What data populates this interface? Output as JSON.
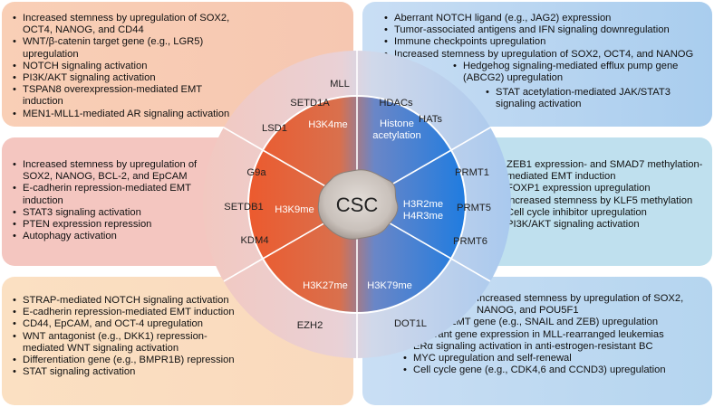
{
  "panels": {
    "top_left": [
      "Increased stemness by upregulation of SOX2, OCT4, NANOG, and CD44",
      "WNT/β-catenin target gene (e.g., LGR5) upregulation",
      "NOTCH signaling activation",
      "PI3K/AKT signaling activation",
      "TSPAN8 overexpression-mediated EMT induction",
      "MEN1-MLL1-mediated AR signaling activation"
    ],
    "middle_left": [
      "Increased stemness by upregulation of SOX2, NANOG, BCL-2, and EpCAM",
      "E-cadherin repression-mediated EMT induction",
      "STAT3 signaling activation",
      "PTEN expression repression",
      "Autophagy activation"
    ],
    "bottom_left": [
      "STRAP-mediated NOTCH signaling activation",
      "E-cadherin repression-mediated EMT induction",
      "CD44, EpCAM, and OCT-4 upregulation",
      "WNT antagonist (e.g., DKK1) repression-mediated WNT signaling activation",
      "Differentiation gene (e.g., BMPR1B) repression",
      "STAT signaling activation"
    ],
    "top_right": [
      "Aberrant NOTCH ligand (e.g., JAG2) expression",
      "Tumor-associated antigens and IFN signaling downregulation",
      "Immune checkpoints upregulation",
      "Increased stemness by upregulation of SOX2, OCT4, and NANOG",
      "Hedgehog signaling-mediated efflux pump gene (ABCG2) upregulation",
      "STAT acetylation-mediated JAK/STAT3 signaling activation"
    ],
    "middle_right": [
      "ZEB1 expression- and SMAD7 methylation-mediated EMT induction",
      "FOXP1 expression upregulation",
      "Increased stemness by KLF5 methylation",
      "Cell cycle inhibitor upregulation",
      "PI3K/AKT signaling activation"
    ],
    "bottom_right": [
      "Increased stemness by upregulation of SOX2, NANOG, and POU5F1",
      "EMT gene (e.g., SNAIL and ZEB) upregulation",
      "Aberrant gene expression in MLL-rearranged leukemias",
      "ERα signaling activation in anti-estrogen-resistant BC",
      "MYC upregulation and self-renewal",
      "Cell cycle gene (e.g., CDK4,6 and CCND3) upregulation"
    ]
  },
  "wheel": {
    "center": "CSC",
    "inner": {
      "h3k4me": "H3K4me",
      "histone_1": "Histone",
      "histone_2": "acetylation",
      "h3k9me": "H3K9me",
      "h3r2me": "H3R2me",
      "h4r3me": "H4R3me",
      "h3k27me": "H3K27me",
      "h3k79me": "H3K79me"
    },
    "outer": {
      "mll": "MLL",
      "setd1a": "SETD1A",
      "lsd1": "LSD1",
      "hdacs": "HDACs",
      "hats": "HATs",
      "g9a": "G9a",
      "setdb1": "SETDB1",
      "kdm4": "KDM4",
      "prmt1": "PRMT1",
      "prmt5": "PRMT5",
      "prmt6": "PRMT6",
      "ezh2": "EZH2",
      "dot1l": "DOT1L"
    }
  },
  "colors": {
    "inner_red": "#e8603a",
    "inner_blue": "#2f80d9",
    "outer_warm": "#eed2cc",
    "outer_cool": "#b9d2ef"
  }
}
